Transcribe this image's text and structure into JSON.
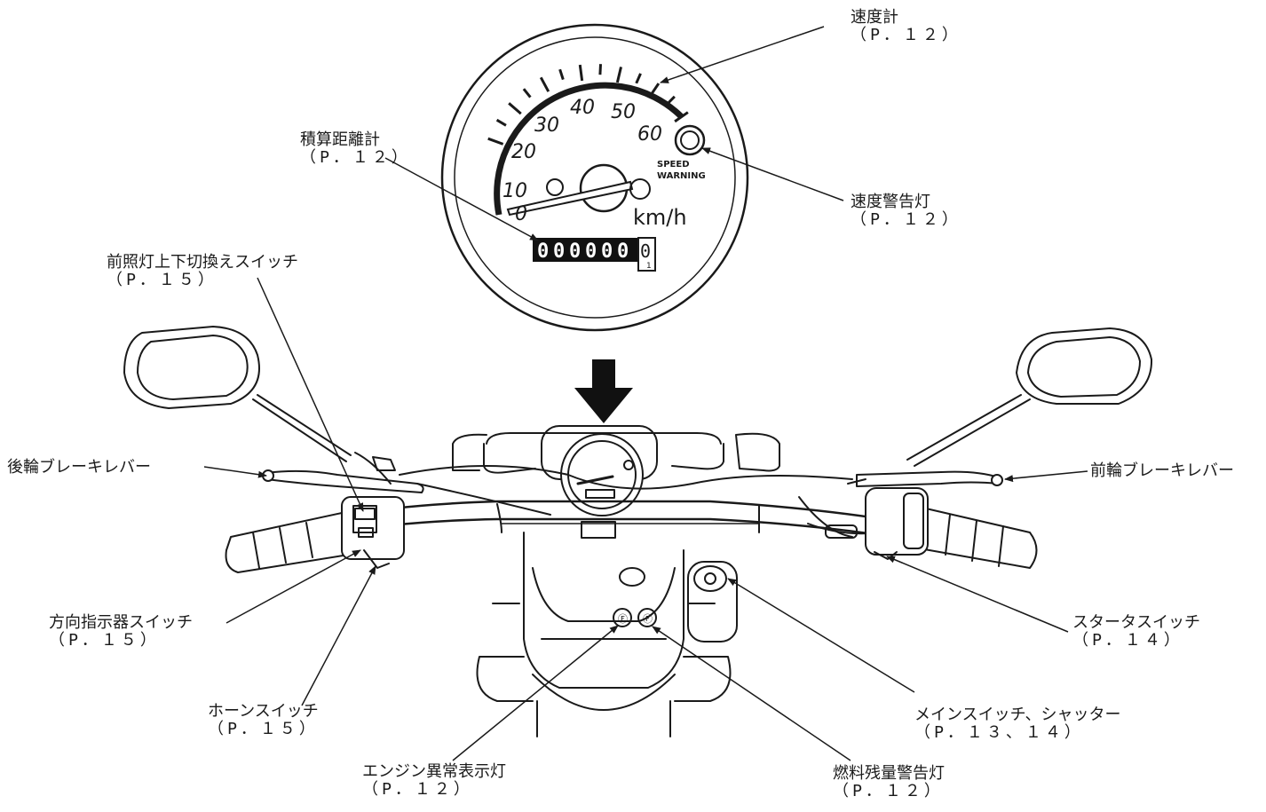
{
  "speedometer": {
    "scale": [
      "0",
      "10",
      "20",
      "30",
      "40",
      "50",
      "60"
    ],
    "unit": "km/h",
    "warning_text": [
      "SPEED",
      "WARNING"
    ],
    "odometer_digits": [
      "0",
      "0",
      "0",
      "0",
      "0",
      "0"
    ],
    "odometer_trip_digit": "1"
  },
  "labels": {
    "speedometer": {
      "name": "速度計",
      "ref": "（P．１２）"
    },
    "odometer": {
      "name": "積算距離計",
      "ref": "（P．１２）"
    },
    "speed_warning_light": {
      "name": "速度警告灯",
      "ref": "（P．１２）"
    },
    "dimmer_switch": {
      "name": "前照灯上下切換えスイッチ",
      "ref": "（P．１５）"
    },
    "rear_brake_lever": {
      "name": "後輪ブレーキレバー"
    },
    "front_brake_lever": {
      "name": "前輪ブレーキレバー"
    },
    "turn_signal_switch": {
      "name": "方向指示器スイッチ",
      "ref": "（P．１５）"
    },
    "starter_switch": {
      "name": "スタータスイッチ",
      "ref": "（P．１４）"
    },
    "horn_switch": {
      "name": "ホーンスイッチ",
      "ref": "（P．１５）"
    },
    "main_switch": {
      "name": "メインスイッチ、シャッター",
      "ref": "（P．１３、１４）"
    },
    "engine_warning_light": {
      "name": "エンジン異常表示灯",
      "ref": "（P．１２）"
    },
    "fuel_warning_light": {
      "name": "燃料残量警告灯",
      "ref": "（P．１２）"
    }
  }
}
